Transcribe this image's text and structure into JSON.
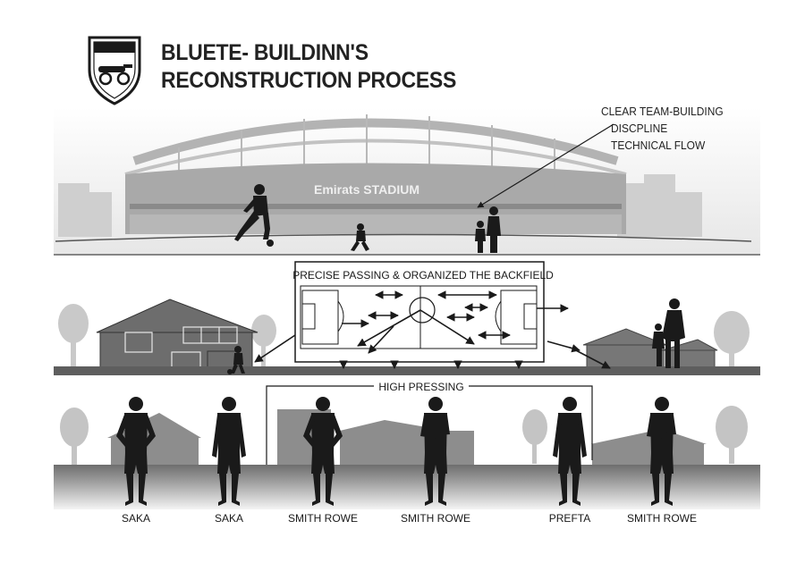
{
  "header": {
    "title_line1": "BLUETE- BUILDINN'S",
    "title_line2": "RECONSTRUCTION PROCESS"
  },
  "callout": {
    "line1": "CLEAR TEAM-BUILDING",
    "line2": "DISCPLINE",
    "line3": "TECHNICAL FLOW"
  },
  "stadium": {
    "sign": "Emirats STADIUM"
  },
  "pitch": {
    "label": "PRECISE PASSING & ORGANIZED THE BACKFIELD"
  },
  "pressing": {
    "label": "HIGH PRESSING"
  },
  "players": [
    {
      "name": "SAKA"
    },
    {
      "name": "SAKA"
    },
    {
      "name": "SMITH ROWE"
    },
    {
      "name": "SMITH ROWE"
    },
    {
      "name": "PREFTA"
    },
    {
      "name": "SMITH ROWE"
    }
  ],
  "icons": {
    "crest": "cannon-crest-icon"
  },
  "colors": {
    "ink": "#1a1a1a",
    "ground": "#6a6a6a",
    "haze": "#d4d4d4"
  }
}
